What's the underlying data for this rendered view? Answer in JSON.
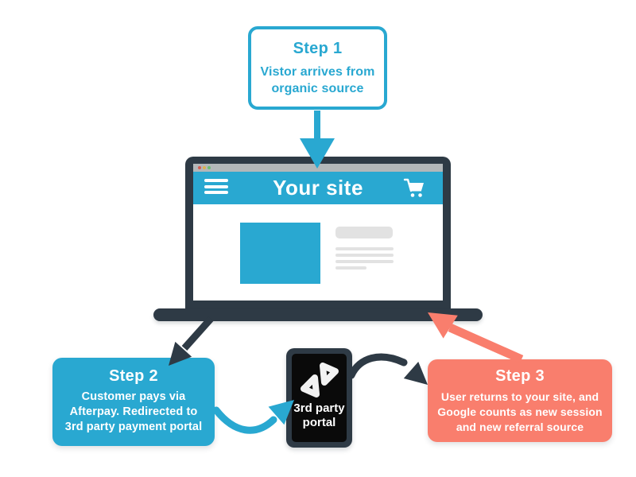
{
  "palette": {
    "cyan": "#29a8d1",
    "salmon": "#f97e6d",
    "dark_slate": "#2e3a45",
    "screen_black": "#0a0a0a",
    "browser_bar_gray": "#b3b7b9",
    "placeholder_gray": "#e2e2e2",
    "dot_red": "#d65b50",
    "dot_yellow": "#ddb24e",
    "dot_green": "#6abf72",
    "white": "#ffffff"
  },
  "cards": {
    "step1": {
      "title": "Step 1",
      "lines": [
        "Vistor arrives from",
        "organic source"
      ]
    },
    "step2": {
      "title": "Step 2",
      "lines": [
        "Customer pays via",
        "Afterpay. Redirected to",
        "3rd party payment portal"
      ]
    },
    "step3": {
      "title": "Step 3",
      "lines": [
        "User returns to your site, and",
        "Google counts as new session",
        "and new referral source"
      ]
    }
  },
  "laptop": {
    "nav_title": "Your site"
  },
  "portal": {
    "lines": [
      "3rd party",
      "portal"
    ]
  },
  "icons": {
    "hamburger": "hamburger-menu-icon",
    "cart": "cart-icon",
    "link": "link-icon",
    "window_dots": "window-control-dots"
  }
}
